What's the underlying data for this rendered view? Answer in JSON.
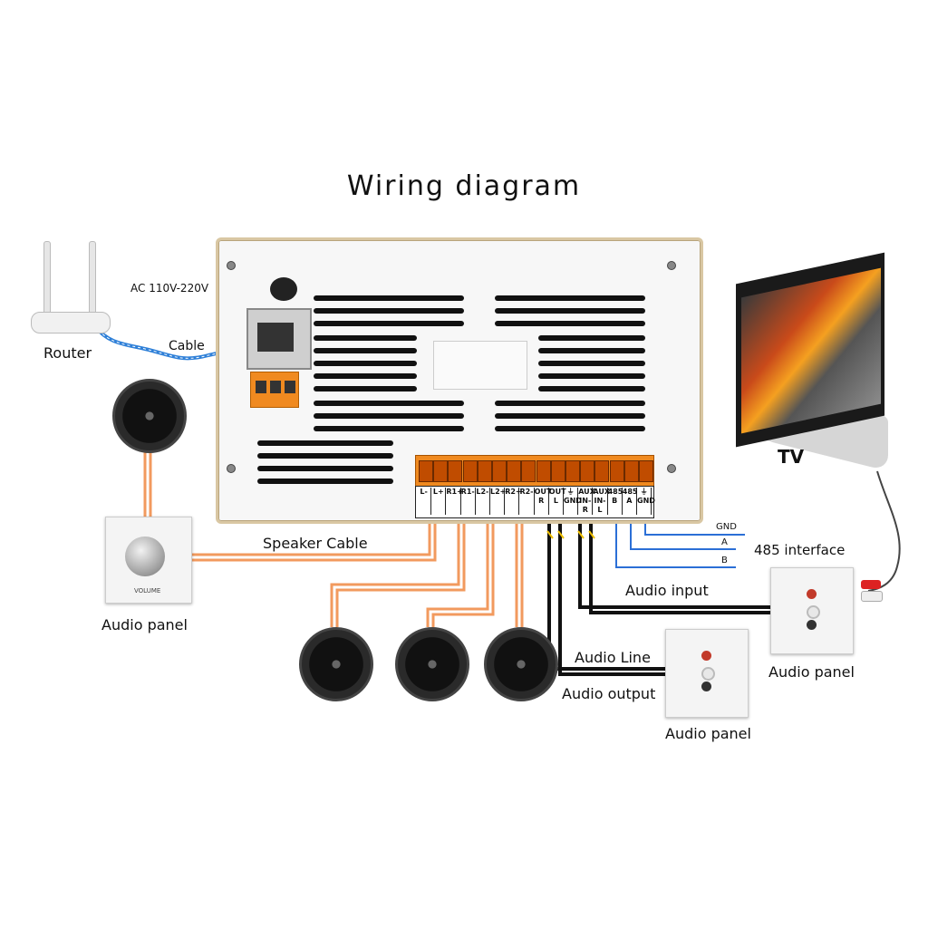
{
  "title": "Wiring diagram",
  "labels": {
    "ac": "AC 110V-220V",
    "router": "Router",
    "cable": "Cable",
    "speaker_cable": "Speaker Cable",
    "audio_panel_left": "Audio panel",
    "tv": "TV",
    "interface_485": "485 interface",
    "gnd": "GND",
    "a": "A",
    "b": "B",
    "audio_input": "Audio input",
    "audio_line": "Audio Line",
    "audio_output": "Audio output",
    "audio_panel_right": "Audio panel",
    "audio_panel_bottom": "Audio panel",
    "volume": "VOLUME"
  },
  "terminals": [
    {
      "top": "L-",
      "bottom": ""
    },
    {
      "top": "L+",
      "bottom": ""
    },
    {
      "top": "R1+",
      "bottom": ""
    },
    {
      "top": "R1-",
      "bottom": ""
    },
    {
      "top": "L2-",
      "bottom": ""
    },
    {
      "top": "L2+",
      "bottom": ""
    },
    {
      "top": "R2+",
      "bottom": ""
    },
    {
      "top": "R2-",
      "bottom": ""
    },
    {
      "top": "OUT",
      "bottom": "R"
    },
    {
      "top": "OUT",
      "bottom": "L"
    },
    {
      "top": "⏚",
      "bottom": "GND"
    },
    {
      "top": "AUX",
      "bottom": "IN-R"
    },
    {
      "top": "AUX",
      "bottom": "IN-L"
    },
    {
      "top": "485",
      "bottom": "B"
    },
    {
      "top": "485",
      "bottom": "A"
    },
    {
      "top": "⏚",
      "bottom": "GND"
    }
  ],
  "colors": {
    "speaker_wire": "#f29a5e",
    "audio_wire": "#111111",
    "rs485_wire": "#2b6fd6",
    "network_cable": "#2f80d8",
    "power_wire": "#d32020",
    "terminal_orange": "#f08a20"
  },
  "icons": [
    "router-icon",
    "speaker-icon",
    "volume-knob-icon",
    "tv-icon",
    "rca-jack-icon",
    "rj45-port-icon"
  ]
}
